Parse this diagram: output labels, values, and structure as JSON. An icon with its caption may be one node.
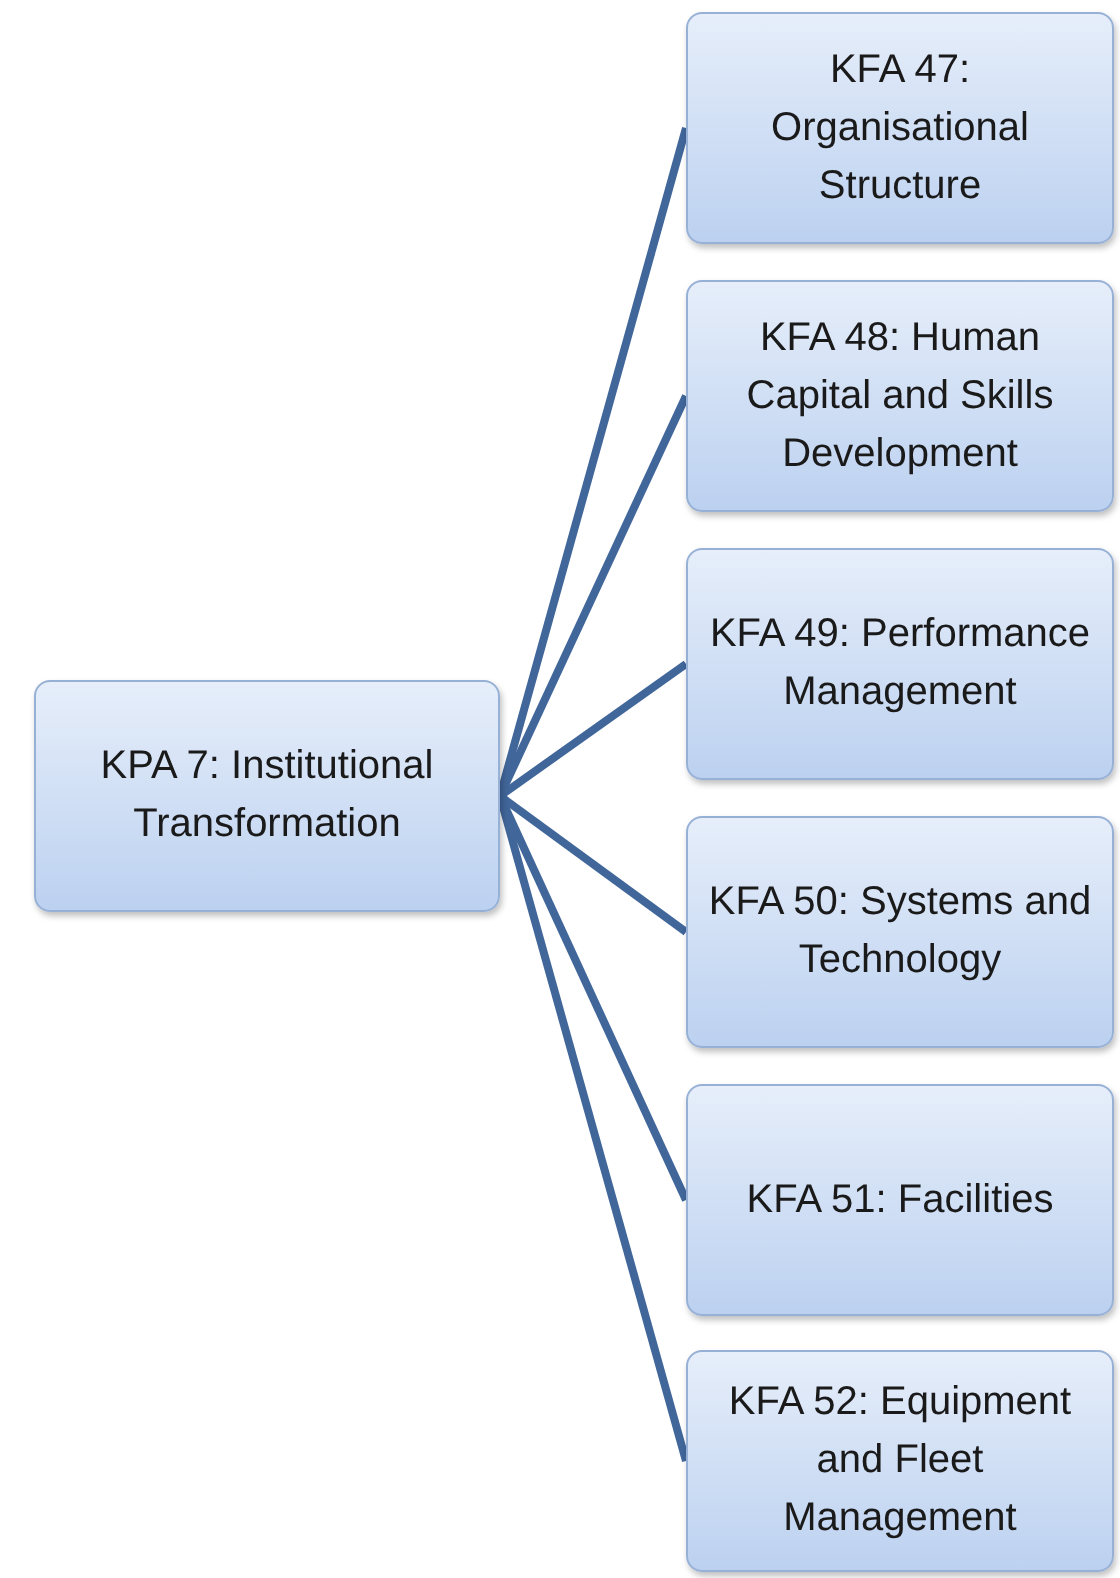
{
  "diagram": {
    "nodes": [
      {
        "text": [
          "KPA 7: Institutional Transformation"
        ]
      },
      {
        "text": [
          "KFA 47: Organisational Structure"
        ]
      },
      {
        "text": [
          "KFA 48: Human Capital and Skills Development"
        ]
      },
      {
        "text": [
          "KFA 49: Performance Management"
        ]
      },
      {
        "text": [
          "KFA 50: Systems and Technology"
        ]
      },
      {
        "text": [
          "KFA 51: Facilities"
        ]
      },
      {
        "text": [
          "KFA 52: Equipment and Fleet Management"
        ]
      }
    ],
    "edges": [
      {
        "from": 0,
        "to": 1,
        "arrow": "none"
      },
      {
        "from": 0,
        "to": 2,
        "arrow": "none"
      },
      {
        "from": 0,
        "to": 3,
        "arrow": "none"
      },
      {
        "from": 0,
        "to": 4,
        "arrow": "none"
      },
      {
        "from": 0,
        "to": 5,
        "arrow": "none"
      },
      {
        "from": 0,
        "to": 6,
        "arrow": "none"
      }
    ]
  }
}
